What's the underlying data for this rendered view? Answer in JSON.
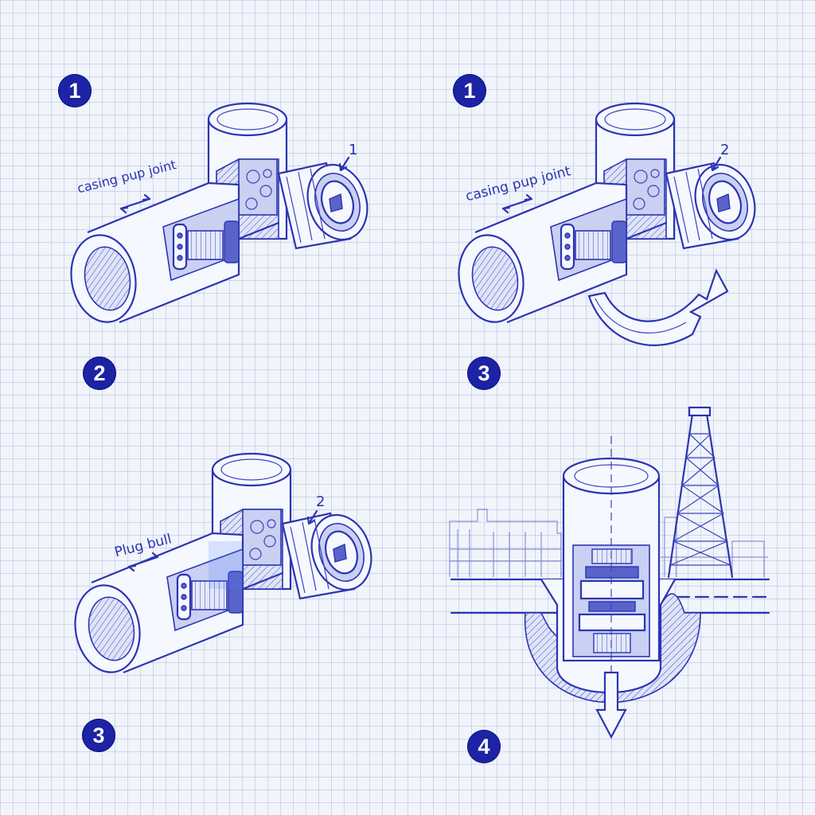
{
  "panels": [
    {
      "id": "top-left",
      "badges": [
        "1",
        "2"
      ],
      "label": "casing pup joint",
      "callout": "1"
    },
    {
      "id": "top-right",
      "badges": [
        "1",
        "3"
      ],
      "label": "casing pup joint",
      "callout": "2"
    },
    {
      "id": "bottom-left",
      "badges": [
        "3"
      ],
      "label": "Plug bull",
      "callout": "2"
    },
    {
      "id": "bottom-right",
      "badges": [
        "4"
      ]
    }
  ],
  "colors": {
    "ink": "#2b35b3",
    "badge": "#1c23a4",
    "paper": "#f1f4fa"
  },
  "icons": [
    "curved-arrow-icon",
    "down-arrow-icon",
    "oil-derrick-icon"
  ]
}
